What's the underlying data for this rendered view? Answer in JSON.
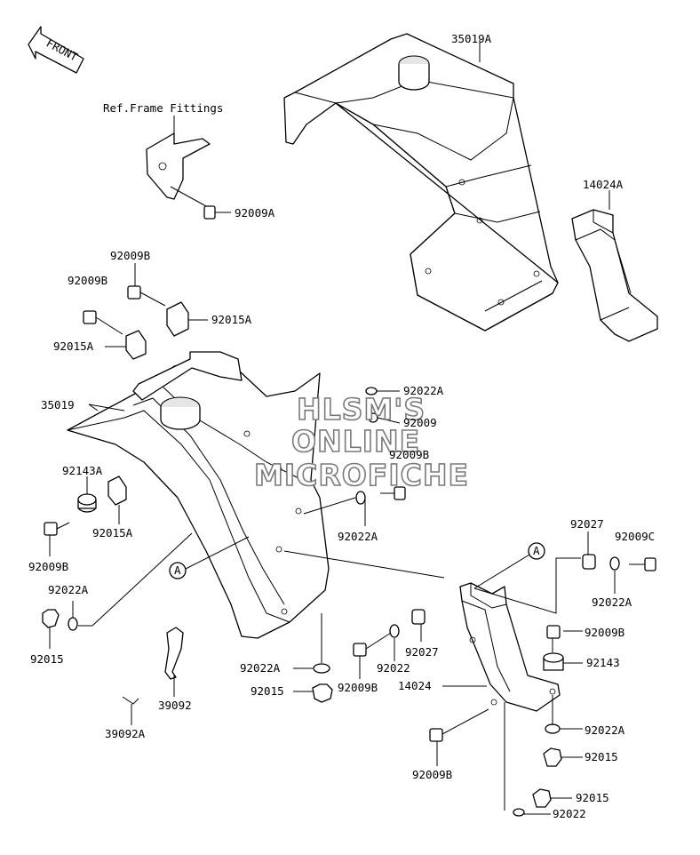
{
  "diagram": {
    "labels": {
      "ref_frame_fittings": "Ref.Frame Fittings",
      "front": "FRONT",
      "p35019A": "35019A",
      "p14024A": "14024A",
      "p92009A": "92009A",
      "p92009B_top": "92009B",
      "p92009B_left": "92009B",
      "p92015A_right": "92015A",
      "p92015A_left": "92015A",
      "p35019": "35019",
      "p92022A_top": "92022A",
      "p92009_mid": "92009",
      "p92009B_mid": "92009B",
      "p92143A": "92143A",
      "p92015A_low": "92015A",
      "p92022A_mid": "92022A",
      "p92009B_lowleft": "92009B",
      "p92022A_left": "92022A",
      "p92015_left": "92015",
      "p92027_top": "92027",
      "p92009C": "92009C",
      "p92022A_right": "92022A",
      "p92009B_right": "92009B",
      "p92143": "92143",
      "p92027_mid": "92027",
      "p92022_mid": "92022",
      "p14024": "14024",
      "p92022A_bottom": "92022A",
      "p92015_bottom": "92015",
      "p92009B_bottom": "92009B",
      "p39092": "39092",
      "p39092A": "39092A",
      "p92022A_lowright": "92022A",
      "p92015_lowright1": "92015",
      "p92009B_lowbottom": "92009B",
      "p92015_lowright2": "92015",
      "p92022_lowright": "92022",
      "ref_A_left": "A",
      "ref_A_right": "A"
    },
    "watermark": {
      "line1": "HLSM'S",
      "line2": "ONLINE",
      "line3": "MICROFICHE"
    }
  }
}
